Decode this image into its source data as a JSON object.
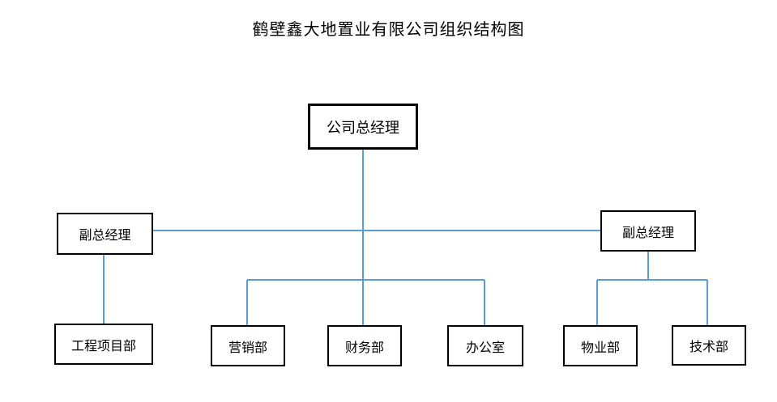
{
  "title": "鹤壁鑫大地置业有限公司组织结构图",
  "colors": {
    "connector": "#5b9bd5",
    "box_border": "#000000"
  },
  "nodes": {
    "gm": "公司总经理",
    "vp_left": "副总经理",
    "vp_right": "副总经理",
    "engineering": "工程项目部",
    "sales": "营销部",
    "finance": "财务部",
    "office": "办公室",
    "property": "物业部",
    "tech": "技术部"
  }
}
